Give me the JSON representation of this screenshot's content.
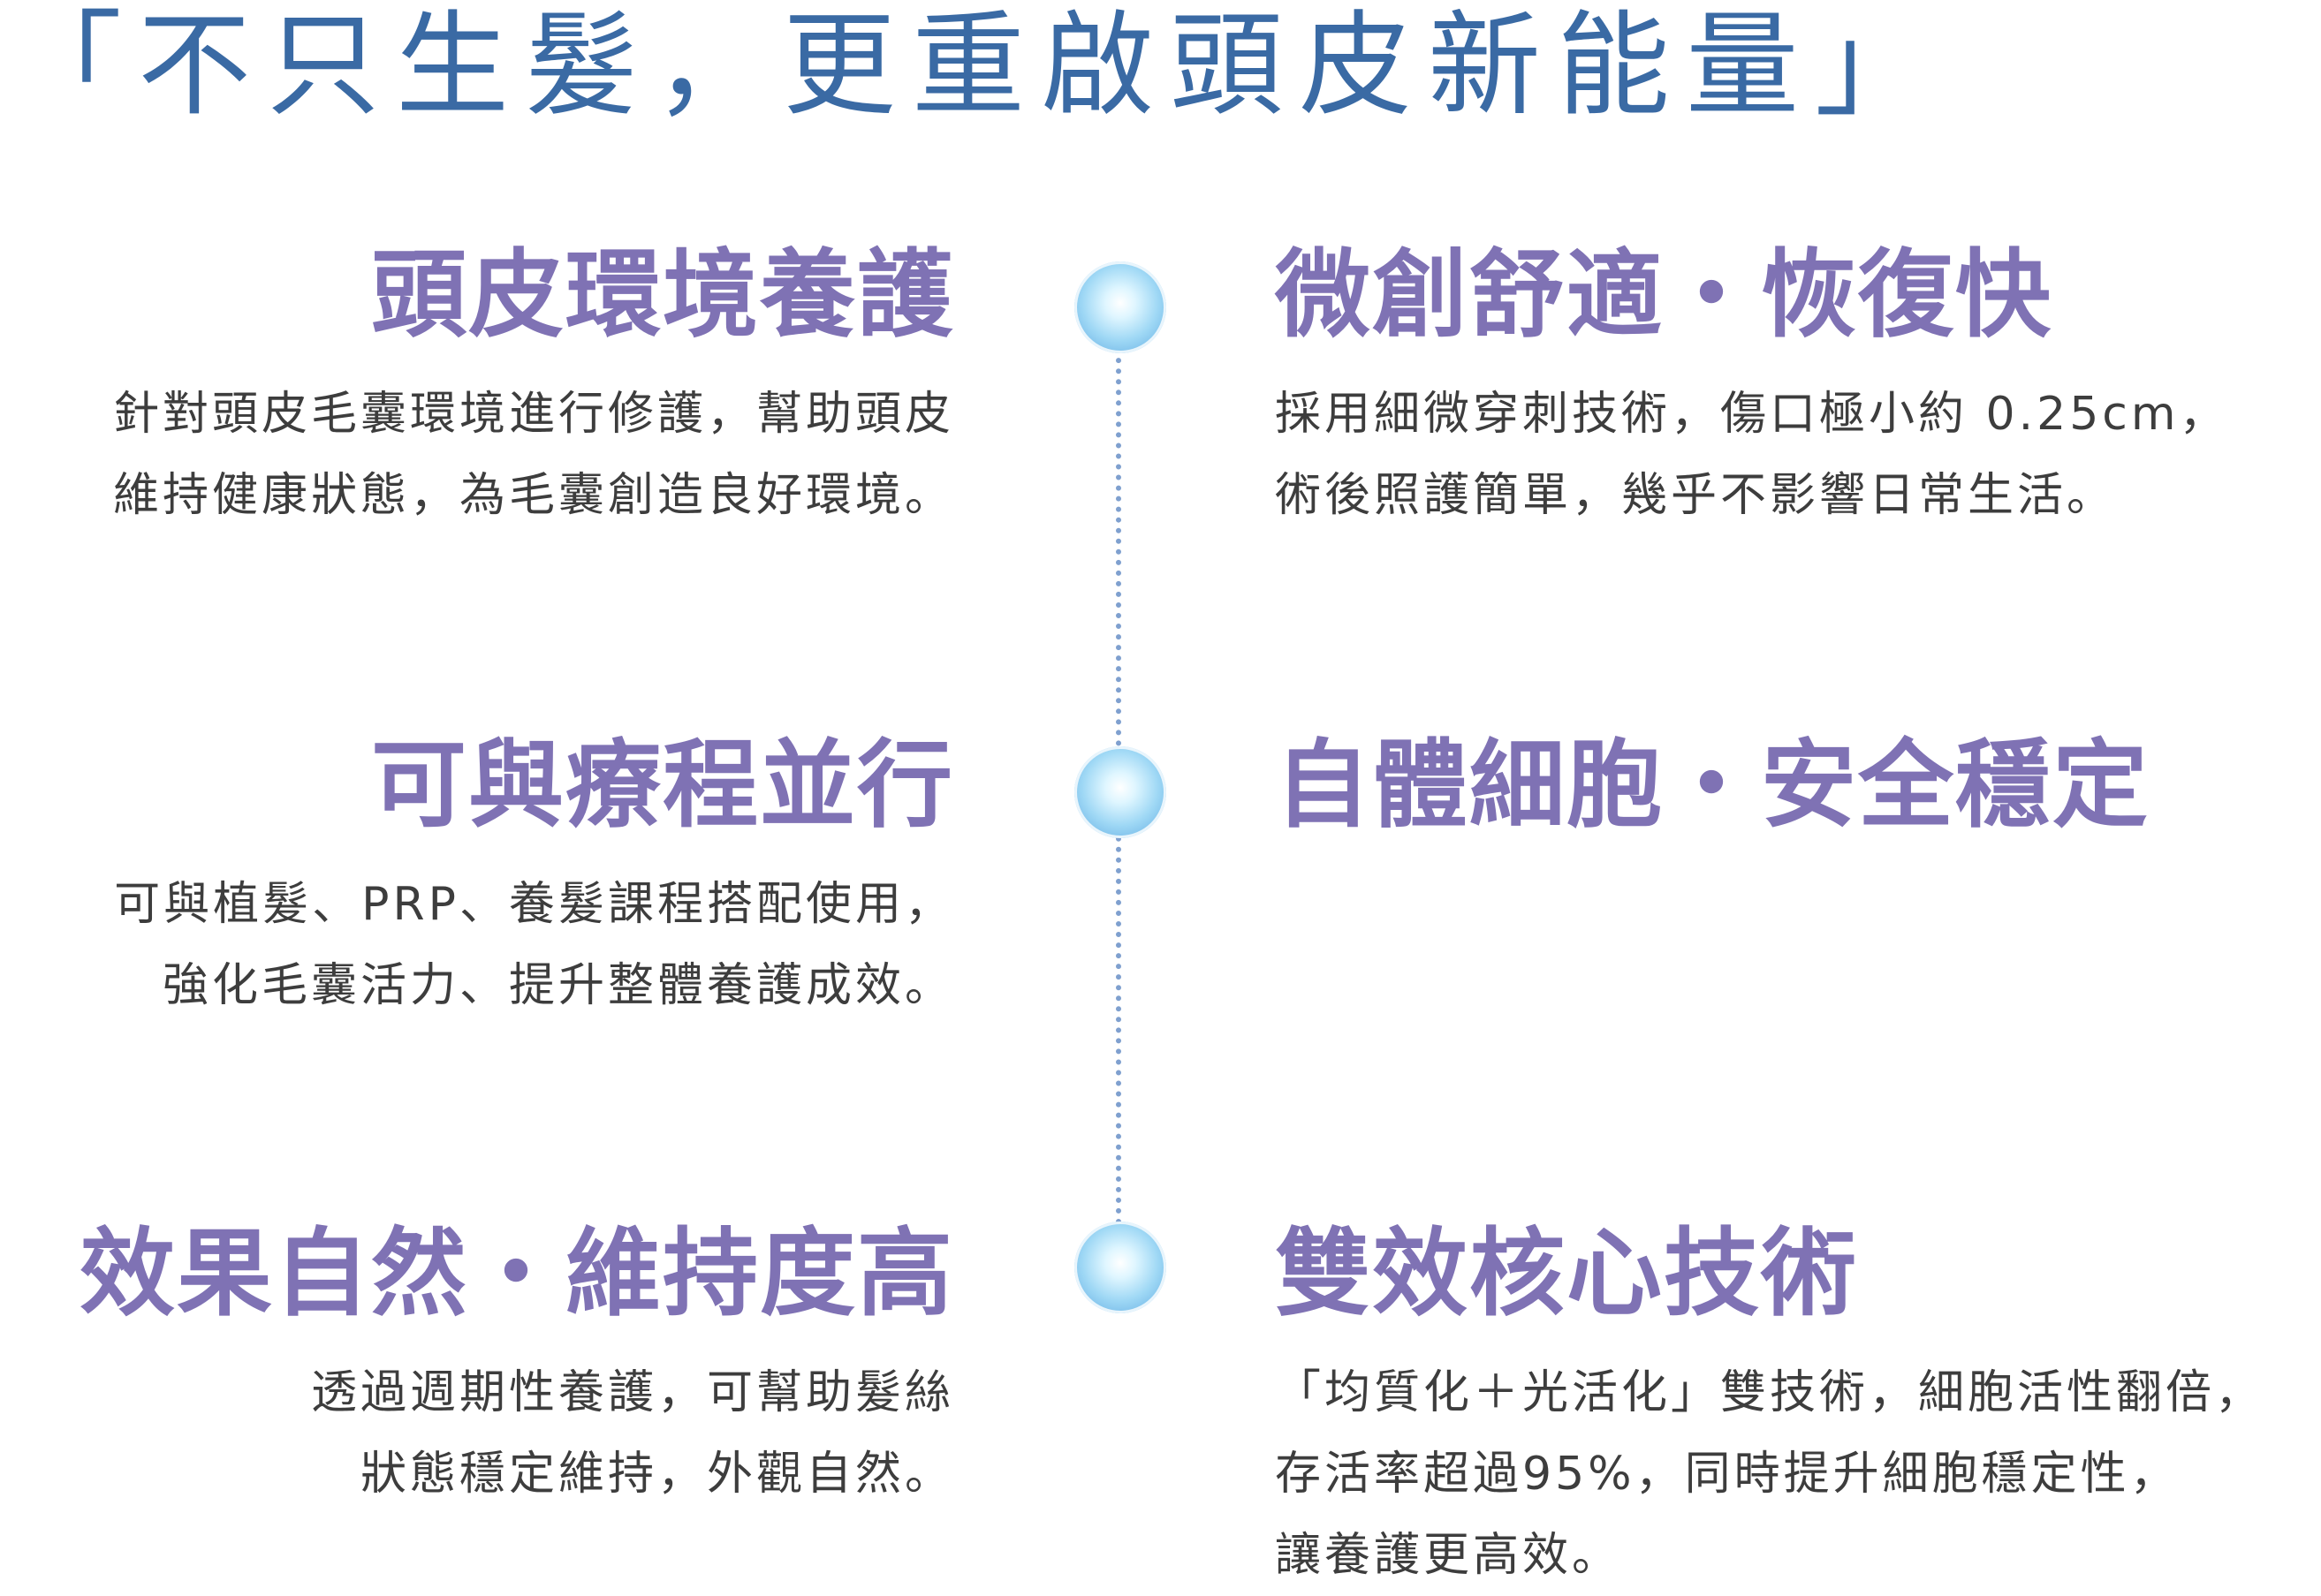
{
  "headline": "「不只生髮，更重啟頭皮新能量」",
  "features": {
    "left": [
      {
        "title": "頭皮環境養護",
        "lines": [
          "針對頭皮毛囊環境進行修護，幫助頭皮",
          "維持健康狀態，為毛囊創造良好環境。"
        ]
      },
      {
        "title": "可與療程並行",
        "lines": [
          "可與植髮、PRP、養髮課程搭配使用，",
          "強化毛囊活力、提升整體養護成效。"
        ]
      },
      {
        "title": "效果自然・維持度高",
        "lines": [
          "透過週期性養護，可幫助髮絲",
          "狀態穩定維持，外觀自然。"
        ]
      }
    ],
    "right": [
      {
        "title": "微創舒適・恢復快",
        "lines": [
          "採用細微穿刺技術，傷口極小約 0.25cm，",
          "術後照護簡單，幾乎不影響日常生活。"
        ]
      },
      {
        "title": "自體細胞・安全穩定",
        "lines": []
      },
      {
        "title": "雙效核心技術",
        "lines": [
          "「均質化＋光活化」雙技術，細胞活性翻倍，",
          "存活率超過95%，同時提升細胞穩定性，",
          "讓養護更高效。"
        ]
      }
    ]
  },
  "colors": {
    "headline": "#3a6aa4",
    "feature_title": "#7f72b4",
    "body_text": "#3d3d3d",
    "timeline": "#7fa0cf"
  },
  "icons": [
    "timeline-node-orb"
  ]
}
